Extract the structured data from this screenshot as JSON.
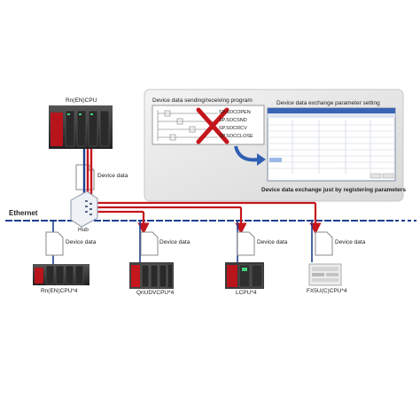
{
  "network": {
    "label": "Ethernet",
    "hub_label": "Hub"
  },
  "master": {
    "cpu_label": "Rn(EN)CPU",
    "doc_label": "Device data"
  },
  "callout": {
    "program_title": "Device data sending/receiving program",
    "instructions": [
      "SP.SOCOPEN",
      "SP.SOCSND",
      "SP.SOCRCV",
      "SP.SOCCLOSE"
    ],
    "param_title": "Device data exchange parameter setting",
    "caption": "Device data exchange just by registering parameters"
  },
  "stations": [
    {
      "cpu_label": "Rn(EN)CPU*4",
      "doc_label": "Device data"
    },
    {
      "cpu_label": "QnUDVCPU*4",
      "doc_label": "Device data"
    },
    {
      "cpu_label": "LCPU*4",
      "doc_label": "Device data"
    },
    {
      "cpu_label": "FX5U(C)CPU*4",
      "doc_label": "Device data"
    }
  ],
  "colors": {
    "ethernet": "#1f3f8f",
    "link": "#c4161c",
    "accent_red": "#b8141c",
    "plc_dark": "#3a3a3a"
  }
}
